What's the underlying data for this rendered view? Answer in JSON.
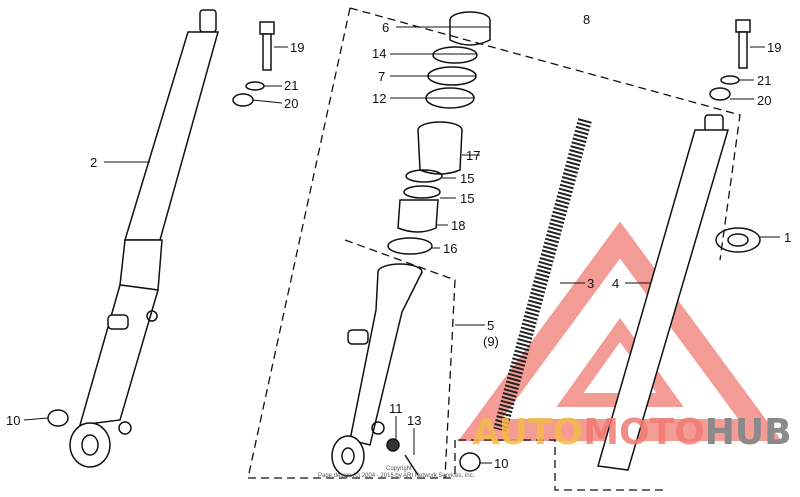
{
  "diagram": {
    "labels": [
      {
        "id": "l19a",
        "text": "19"
      },
      {
        "id": "l21a",
        "text": "21"
      },
      {
        "id": "l20a",
        "text": "20"
      },
      {
        "id": "l2",
        "text": "2"
      },
      {
        "id": "l10a",
        "text": "10"
      },
      {
        "id": "l6",
        "text": "6"
      },
      {
        "id": "l14",
        "text": "14"
      },
      {
        "id": "l7",
        "text": "7"
      },
      {
        "id": "l12",
        "text": "12"
      },
      {
        "id": "l8",
        "text": "8"
      },
      {
        "id": "l17",
        "text": "17"
      },
      {
        "id": "l15a",
        "text": "15"
      },
      {
        "id": "l15b",
        "text": "15"
      },
      {
        "id": "l18",
        "text": "18"
      },
      {
        "id": "l16",
        "text": "16"
      },
      {
        "id": "l5",
        "text": "5"
      },
      {
        "id": "l9",
        "text": "(9)"
      },
      {
        "id": "l3",
        "text": "3"
      },
      {
        "id": "l4",
        "text": "4"
      },
      {
        "id": "l1",
        "text": "1"
      },
      {
        "id": "l19b",
        "text": "19"
      },
      {
        "id": "l21b",
        "text": "21"
      },
      {
        "id": "l20b",
        "text": "20"
      },
      {
        "id": "l11",
        "text": "11"
      },
      {
        "id": "l13",
        "text": "13"
      },
      {
        "id": "l10b",
        "text": "10"
      }
    ],
    "copyright_line1": "Copyright",
    "copyright_line2": "Page design (c) 2004 - 2016 by ARI Network Services, Inc.",
    "watermark": {
      "part1": "AUTO",
      "part2": "MOTO",
      "part3": "HUB",
      "colors": {
        "auto": "#f5b84a",
        "moto": "#f07a72",
        "hub": "#8a8a8a",
        "triangle": "#f07a72"
      }
    }
  }
}
